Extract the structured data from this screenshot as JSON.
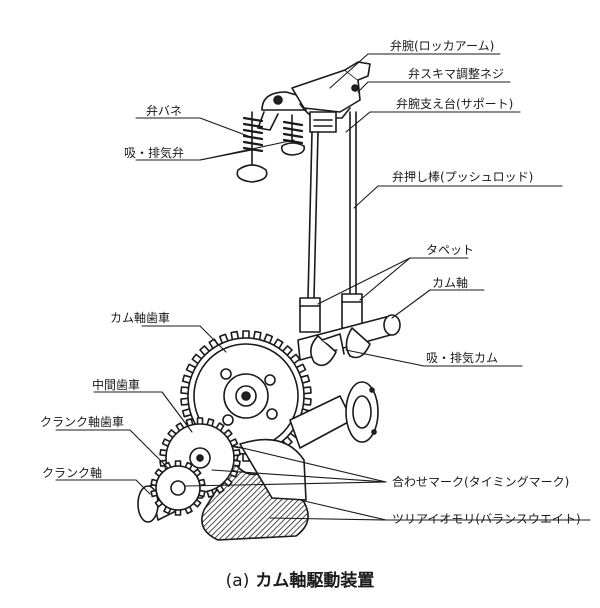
{
  "labels": {
    "rocker_arm": "弁腕(ロッカアーム)",
    "clearance_screw": "弁スキマ調整ネジ",
    "rocker_support": "弁腕支え台(サポート)",
    "valve_spring": "弁バネ",
    "valves": "吸・排気弁",
    "pushrod": "弁押し棒(プッシュロッド)",
    "tappet": "タペット",
    "camshaft": "カム軸",
    "cam_gear": "カム軸歯車",
    "cams": "吸・排気カム",
    "idler_gear": "中間歯車",
    "crank_gear": "クランク軸歯車",
    "crankshaft": "クランク軸",
    "timing_mark": "合わせマーク(タイミングマーク)",
    "counterweight": "ツリアイオモリ(バランスウエイト)"
  },
  "caption": {
    "prefix": "(a)",
    "title": "カム軸駆動装置"
  }
}
